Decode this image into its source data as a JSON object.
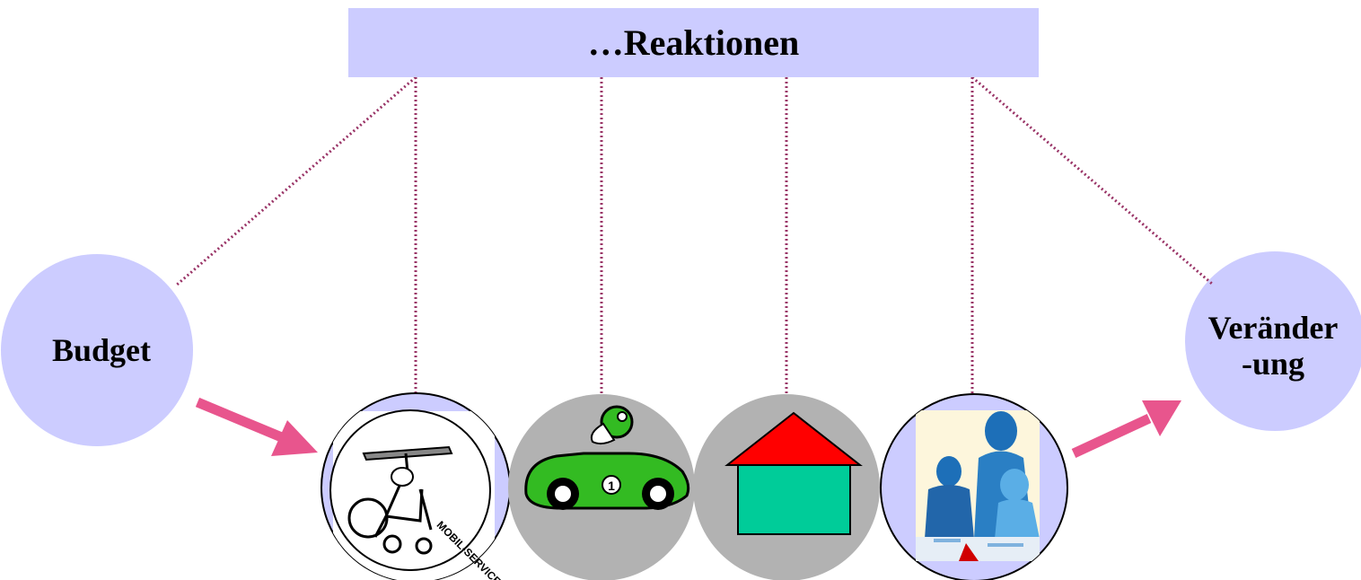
{
  "title": "…Reaktionen",
  "nodes": {
    "budget": "Budget",
    "change_line1": "Veränder",
    "change_line2": "-ung"
  },
  "icons": {
    "mobil_service_badge": "MOBIL-SERVICE"
  },
  "colors": {
    "title_box": "#ccccff",
    "node_circle": "#ccccff",
    "gray_circle": "#b2b2b2",
    "dotted_line": "#993366",
    "arrow": "#e8558d",
    "house_roof": "#ff0000",
    "house_body": "#00cc99",
    "car_body": "#33bb22"
  }
}
